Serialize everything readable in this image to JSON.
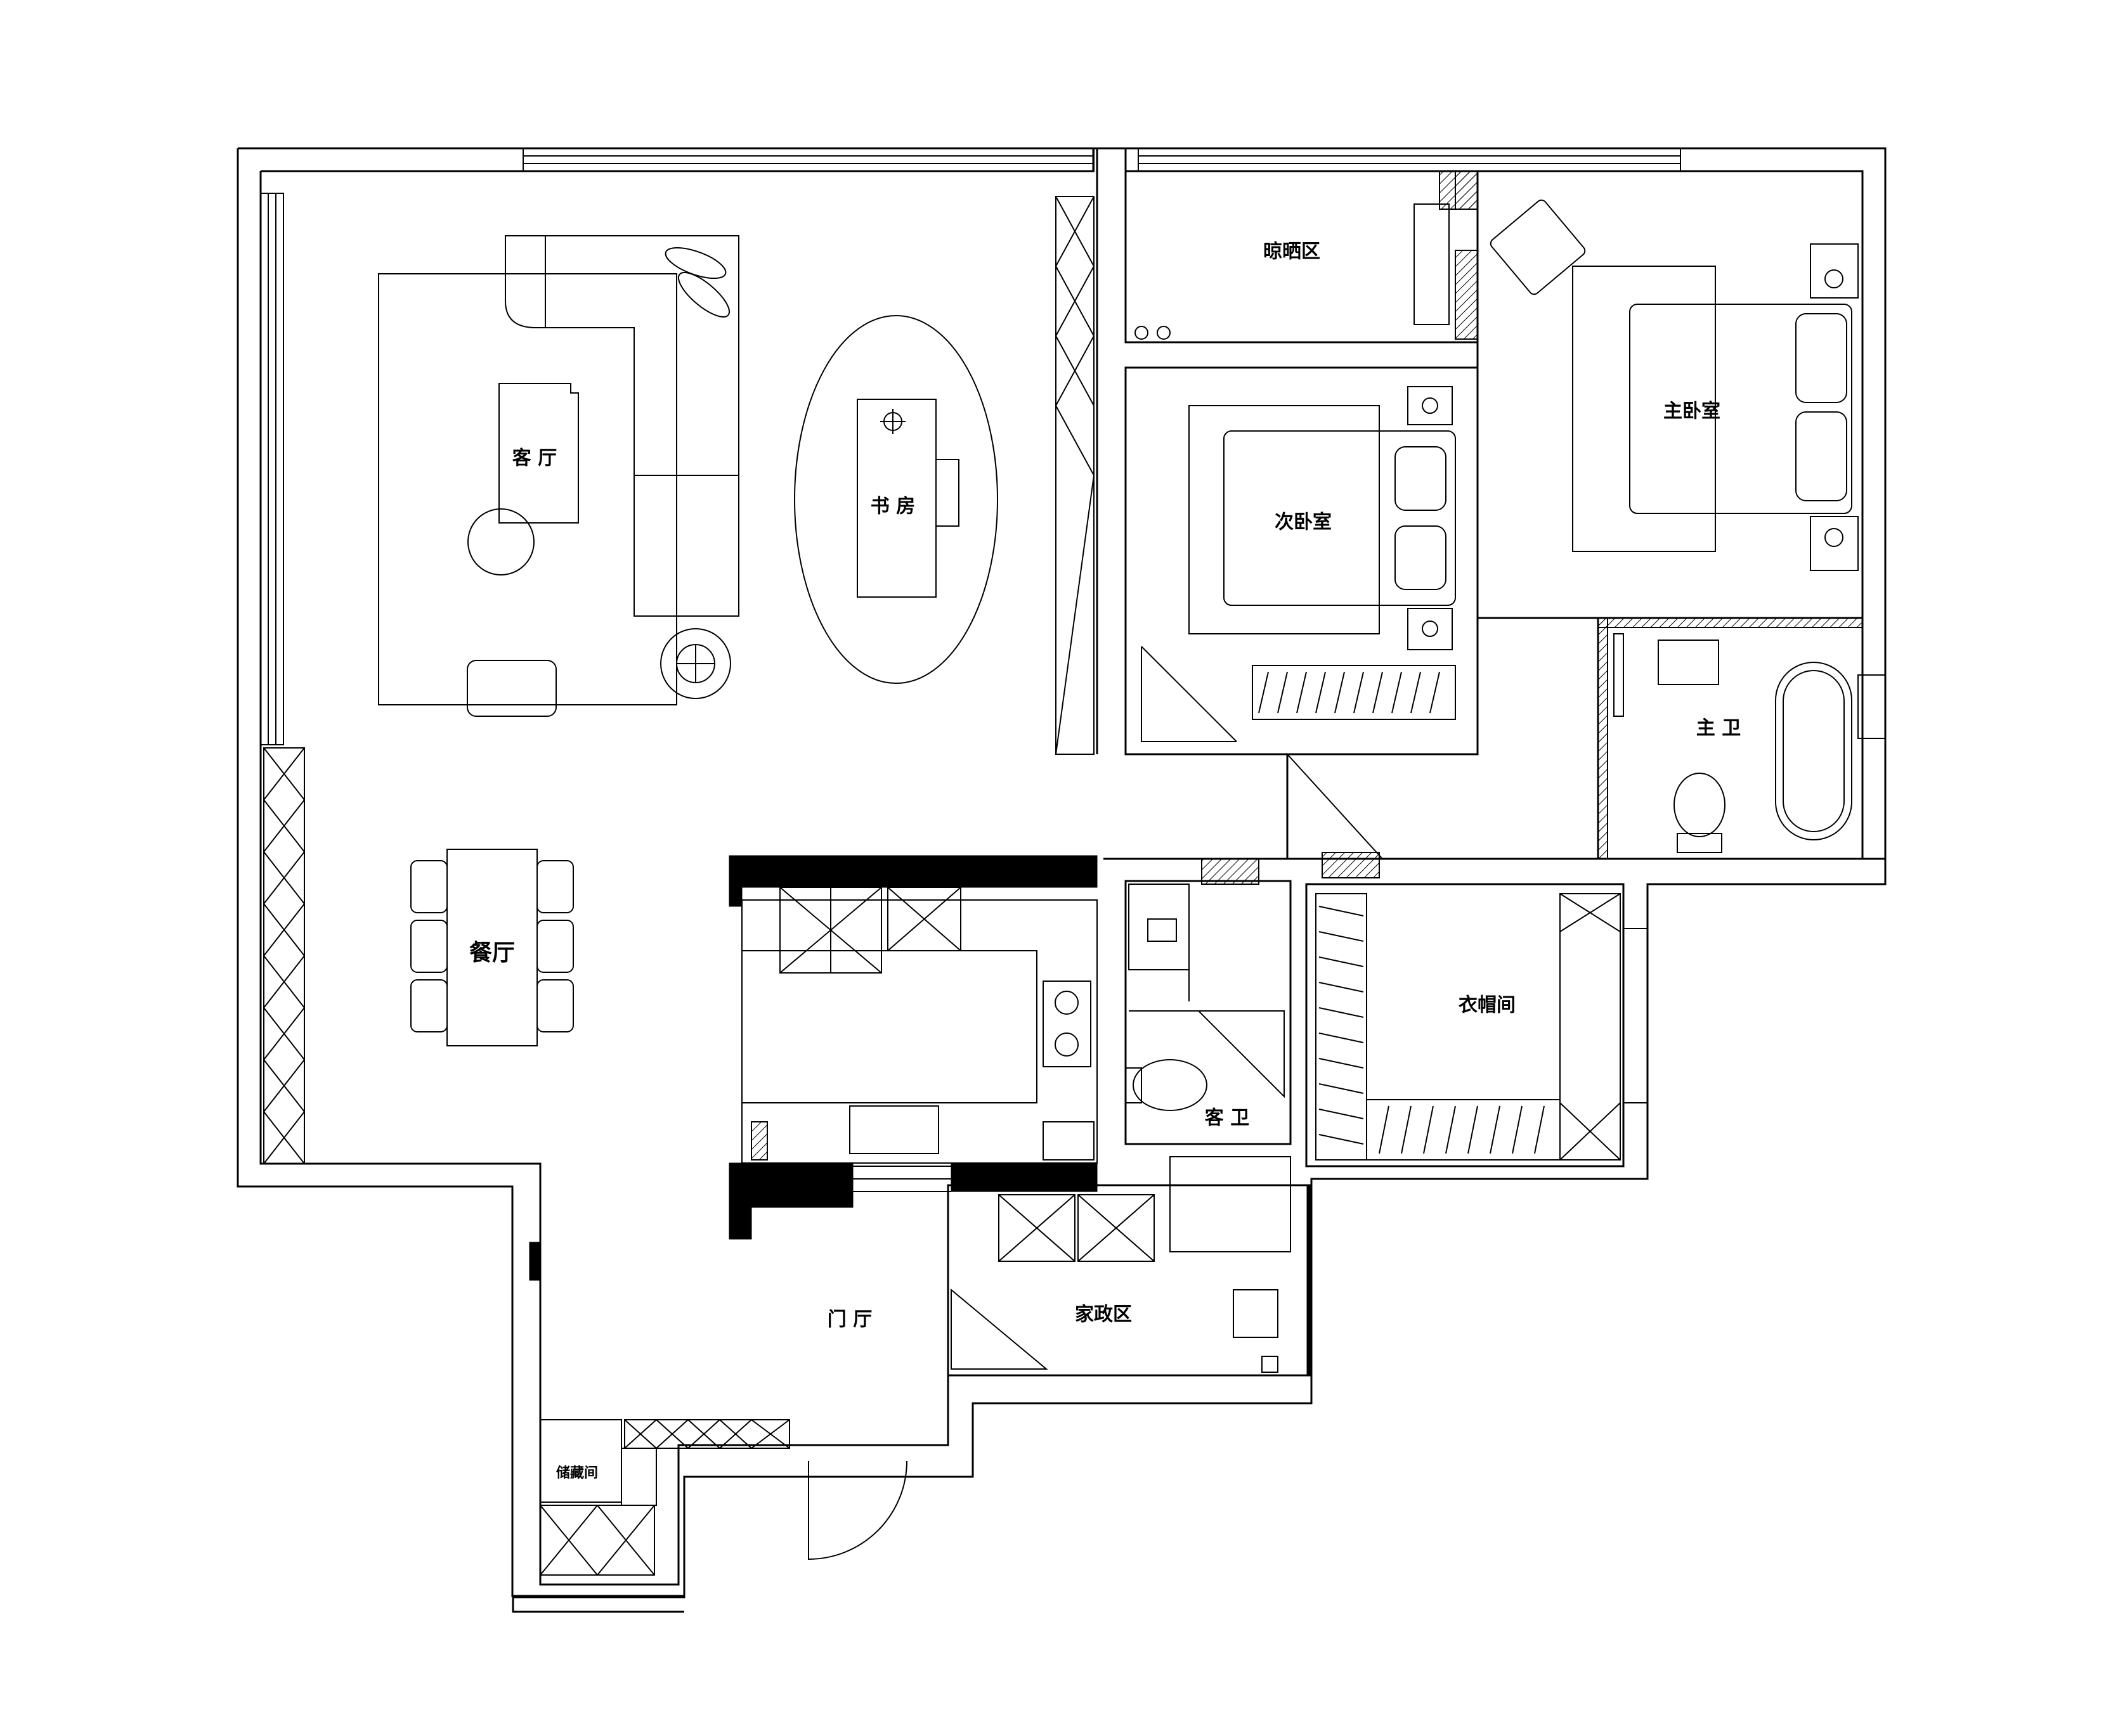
{
  "rooms": {
    "living": "客 厅",
    "study": "书 房",
    "drying": "晾晒区",
    "second_bedroom": "次卧室",
    "master_bedroom": "主卧室",
    "master_bath": "主 卫",
    "dining": "餐厅",
    "cloakroom": "衣帽间",
    "guest_bath": "客 卫",
    "foyer": "门 厅",
    "housekeeping": "家政区",
    "storage": "储藏间"
  }
}
